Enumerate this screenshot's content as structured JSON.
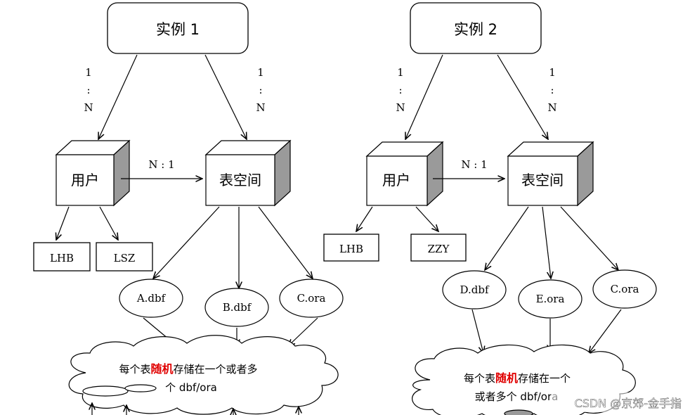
{
  "left": {
    "instance": "实例 1",
    "ratio_left": "1\n:\nN",
    "ratio_right": "1\n:\nN",
    "user": "用户",
    "tablespace": "表空间",
    "user_ts_ratio": "N : 1",
    "users": [
      "LHB",
      "LSZ"
    ],
    "files": [
      "A.dbf",
      "B.dbf",
      "C.ora"
    ],
    "cloud_line1_pre": "每个表",
    "cloud_line1_em": "随机",
    "cloud_line1_post": "存储在一个或者多",
    "cloud_line2": "个 dbf/ora"
  },
  "right": {
    "instance": "实例 2",
    "ratio_left": "1\n:\nN",
    "ratio_right": "1\n:\nN",
    "user": "用户",
    "tablespace": "表空间",
    "user_ts_ratio": "N : 1",
    "users": [
      "LHB",
      "ZZY"
    ],
    "files": [
      "D.dbf",
      "E.ora",
      "C.ora"
    ],
    "cloud_line1_pre": "每个表",
    "cloud_line1_em": "随机",
    "cloud_line1_post": "存储在一个",
    "cloud_line2": "或者多个 dbf/ora"
  },
  "watermark": "CSDN @京郊-金手指",
  "colors": {
    "emphasis": "#e00000",
    "stroke": "#000000",
    "cube_side": "#9a9a9a"
  }
}
